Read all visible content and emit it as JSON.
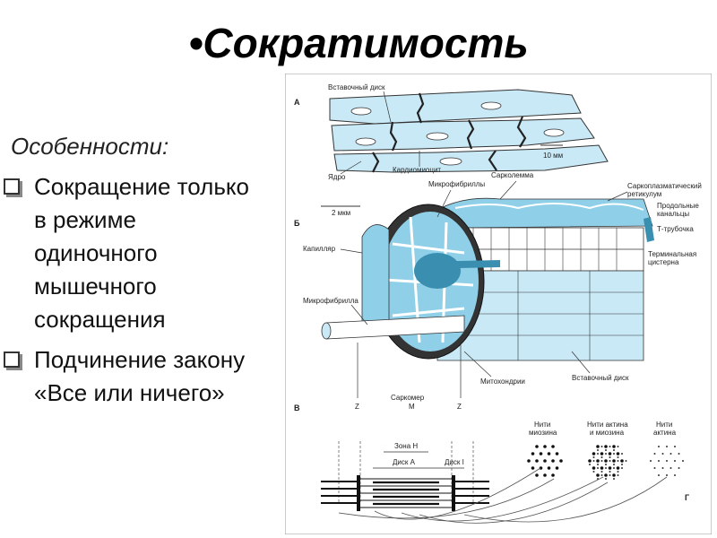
{
  "slide": {
    "title": "•Сократимость",
    "subtitle": "Особенности:",
    "bullets": [
      "Сокращение только в режиме одиночного мышечного сокращения",
      "Подчинение закону  «Все или ничего»"
    ]
  },
  "figure": {
    "panel_letters": {
      "a": "А",
      "b": "Б",
      "v": "В",
      "g": "Г"
    },
    "labels": {
      "intercalated_disc_top": "Вставочный диск",
      "scale_10": "10 мм",
      "nucleus": "Ядро",
      "cardiomyocyte": "Кардиомиоцит",
      "sarcolemma": "Сарколемма",
      "myofibrils": "Микрофибриллы",
      "scale_2": "2 мкм",
      "sr_line1": "Саркоплазматический",
      "sr_line2": "ретикулум",
      "longitudinal_line1": "Продольные",
      "longitudinal_line2": "канальцы",
      "t_tubule": "Т-трубочка",
      "terminal_line1": "Терминальная",
      "terminal_line2": "цистерна",
      "capillary": "Капилляр",
      "myofibril": "Микрофибрилла",
      "mitochondria": "Митохондрии",
      "intercalated_disc_bottom": "Вставочный диск",
      "z_left": "Z",
      "sarcomere": "Саркомер",
      "m": "М",
      "z_right": "Z",
      "h_zone": "Зона Н",
      "a_disc": "Диск А",
      "i_disc": "Диск I",
      "myosin_line1": "Нити",
      "myosin_line2": "миозина",
      "actin_myosin_line1": "Нити актина",
      "actin_myosin_line2": "и миозина",
      "actin_line1": "Нити",
      "actin_line2": "актина"
    },
    "colors": {
      "light_blue": "#c9e9f6",
      "mid_blue": "#8fcfe8",
      "dark_teal": "#3a8fb0",
      "line": "#333333"
    }
  }
}
